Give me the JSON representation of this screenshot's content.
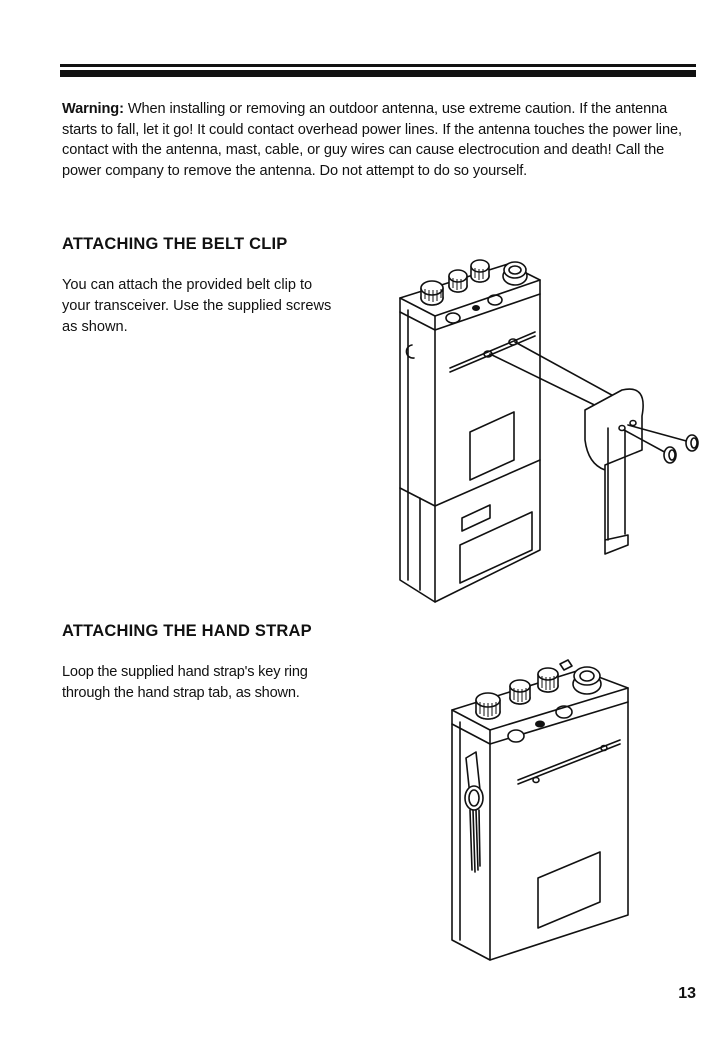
{
  "warning": {
    "lead": "Warning:",
    "text": " When installing or removing an outdoor antenna, use extreme caution. If the antenna starts to fall, let it go! It could contact overhead power lines. If the antenna touches the power line, contact with the antenna, mast, cable, or guy wires can cause electrocution and death! Call the power company to remove the antenna. Do not attempt to do so yourself."
  },
  "belt_clip": {
    "heading": "ATTACHING THE BELT CLIP",
    "text": "You can attach the provided belt clip to your transceiver. Use the supplied screws as shown."
  },
  "hand_strap": {
    "heading": "ATTACHING THE HAND STRAP",
    "text": "Loop the supplied hand strap's key ring through the hand strap tab, as shown."
  },
  "page_number": "13"
}
